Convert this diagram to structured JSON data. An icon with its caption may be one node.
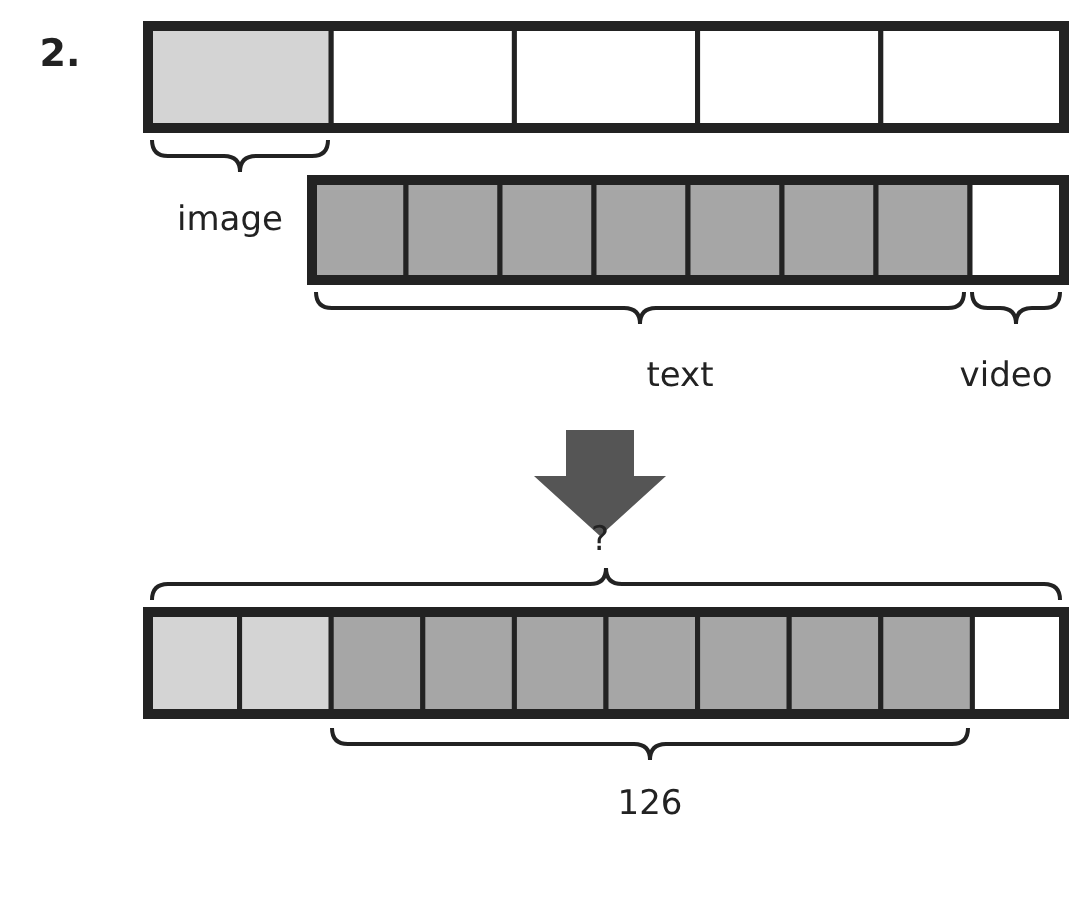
{
  "diagram": {
    "labels": [
      "2.",
      "image",
      "text",
      "video",
      "?",
      "126"
    ]
  }
}
